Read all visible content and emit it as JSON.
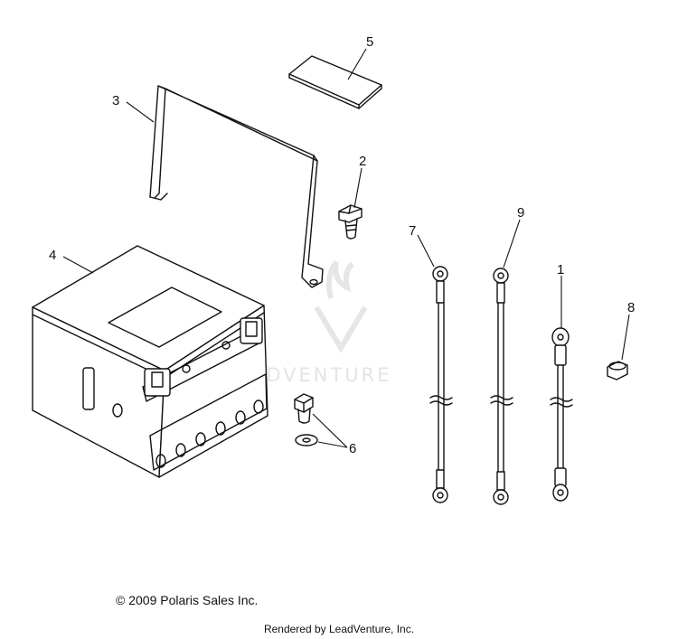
{
  "watermark": {
    "text": "LEADVENTURE"
  },
  "callouts": {
    "c1": "1",
    "c2": "2",
    "c3": "3",
    "c4": "4",
    "c5": "5",
    "c6": "6",
    "c7": "7",
    "c8": "8",
    "c9": "9"
  },
  "footer": {
    "copyright": "© 2009 Polaris Sales Inc.",
    "rendered_by": "Rendered by LeadVenture, Inc."
  }
}
